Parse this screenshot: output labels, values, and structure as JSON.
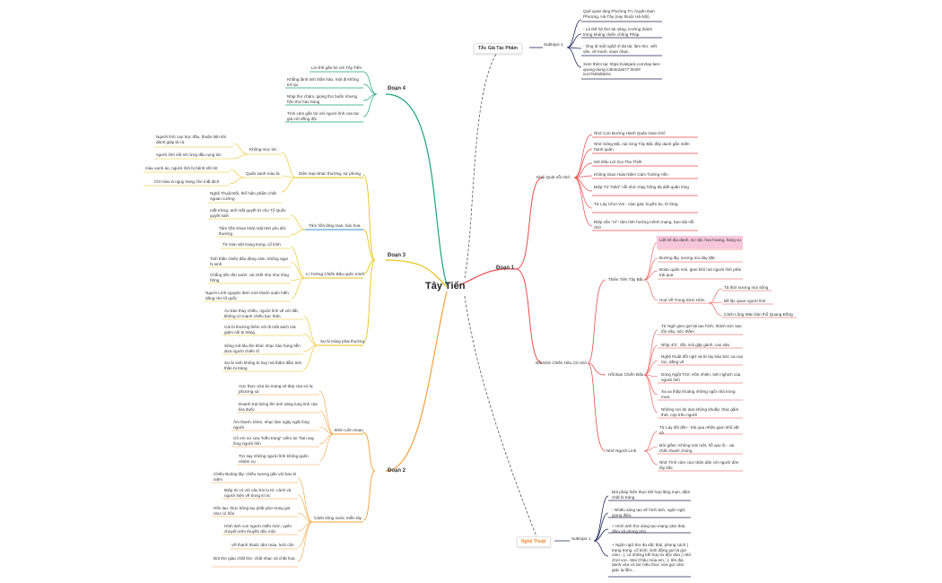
{
  "root": "Tây Tiến",
  "right": {
    "tacgia": {
      "label": "TÁc Giả Tác Phẩm",
      "sub": "Subtopic 1",
      "items": [
        "Quê quán làng Phường Trì, huyện Đan Phượng, Hà Tây (nay thuộc Hà Nội).",
        "- Là thế hệ thơ tài năng, trưởng thành trong kháng chiến chống Pháp.",
        "- Ông là một nghệ sĩ đa tài: làm thơ, viết văn, vẽ tranh, soạn nhạc.",
        "Xem thêm tại: https://vietjack.com/tay-tien-quang-dung-c3b4e2a077.html# ixzz7k00d0E0x"
      ]
    },
    "doan1": {
      "label": "Đoạn 1",
      "khaiquat": {
        "label": "Khái Quát nỗi nhớ",
        "items": [
          "Nhớ Con Đường Hành Quân Gian Khổ",
          "Nhớ Sông Mã, núi rừng Tây Bắc đầy danh gắn miền hành quân",
          "Mở Đầu Lời Gọi Tha Thiết",
          "Không Gian Hoài Niệm Cảm Tưởng Hồn",
          "Điệp Từ \"Nhớ\" nỗi nhớ chạy hồng đa diết quấn lòng",
          "Từ Láy Chơi Vơi : cảm giác huyền ảo, lờ lững",
          "Điệp vần \"ơi\": tâm tình hướng mênh mang, bao dài nỗi nhớ"
        ]
      },
      "noinho": {
        "label": "Nỗi Nhớ Chiến Hữu Cũ nhớ",
        "thiennhien": {
          "label": "Thiên Tiên Tây Bắc",
          "items": [
            "Liệt kê địa danh, sự vật, hoa hoang, hang vu",
            "Đường lầy, sương mù dày đặc",
            "Đoàn quân mỏi, gian khổ mà người lính phải trải qua"
          ],
          "hoave": {
            "label": "Hoá Về Trong Sờm Hôm",
            "items": [
              "Tả thời sương mùi sống",
              "Bề lặc quan người lính",
              "Cảnh Lũng Màn bản thổ Quang Đồng"
            ]
          }
        },
        "hoibanchien": {
          "label": "Hồi Bạn Chiến Đấu",
          "items": [
            "Từ Ngữ gieo gợi tài tao hình, thành sức sao tổn sâu, sức thầm",
            "Nhịp 4/3 : độc mùi gặp gánh, cao sâu",
            "Nghệ thuật đối ngữ và từ láy bảo bức xa cao rúc, dằng vẽ",
            "Dòng Ngột Trời: Hồn nhiên, tinh nghịch của người lính",
            "Xa xa thấp thoáng những ngôi nhà trong mưa",
            "Những nơi đo dan không khuếp: thác gầm thét, cọp trêu người"
          ]
        },
        "nhonguoilinh": {
          "label": "Nhớ Người Lính",
          "items": [
            "Từ Láy đôi đôn : trải qua nhiều gian khổ vất vả",
            "Đời giầm: Không mỏi mệt, hỗ que ổi - vai chất nhanh chóng",
            "Nhớ Tình cảm của nhân dân với người đón tây bắc"
          ]
        }
      }
    },
    "nghethuat": {
      "label": "Nghệ Thuật",
      "sub": "Subtopic 1",
      "items": [
        "Bút pháp hiện thực kết hợp lãng mạn, đậm chất bi tráng",
        "- Nhiều sáng tạo về hình ảnh, ngôn ngữ, giọng điệu.",
        "+ Hình ảnh thơ sáng tạo mang cảm thái, đậm xã phong phú.",
        "+ Ngôn ngữ thơ đa sắc thái, phong cách ( trang trọng, cổ kính, sinh động gợi tả gợi cảm...), có những kết hợp từ độc đáo ( nhớ chơi vơi...Mai Châu mùa em...), tên địa danh vừa có tác hiệu thực vừa gợi cảm giác lạ lẫm..."
      ]
    }
  },
  "left": {
    "doan4": {
      "label": "Đoạn 4",
      "items": [
        "Lời thề gắn bó với Tây Tiến",
        "Khẳng định tinh thần hảo, một đi không trở lại",
        "Nhịp thơ chậm, giọng thơ buồn nhưng hồn thơ hào hùng",
        "Tình cảm gắn bó với người lính của tác giả với đồng đội"
      ]
    },
    "doan3": {
      "label": "Đoạn 3",
      "dienmao": {
        "label": "Diện mạo khác thường, sự phong",
        "khongmoctoc": {
          "label": "Không mọc tóc",
          "items": [
            "Người lính cạo trọc đầu, thuận tiện khi đánh giáp lá cà",
            "người lính sốt rét rừng đầu rụng tóc"
          ]
        },
        "quanxanh": {
          "label": "Quân xanh màu lá",
          "items": [
            "màu xanh áo, người lính bị bệnh sốt rét",
            "Chỉ màu lá nguỵ trang che mắt địch"
          ]
        },
        "nghethuatdoi": "Nghệ Thuật Đối, thể hiện phẩm chất ngoan cường"
      },
      "tamhon": {
        "label": "Tâm hồn lãng mạn, hào hoa",
        "items": [
          "mắt trừng: anh mắt quyết tử cho Tổ Quốc quyết sinh",
          "Tâm hồn Khao khát mặt tình yêu đời thường"
        ]
      },
      "lytuong": {
        "label": "Lí Tưởng Chiến Đấu quên mình",
        "items": [
          "Từ Hán việt trang trọng, cổ kính",
          "Tinh thần chiến đấu dũng cảm, không ngại hi sinh",
          "Chẳng tiếc đời xanh: cái chết nhẹ như lông hồng",
          "Người Lính nguyện đem mời thanh xuân hiến dâng cho tổ quốc"
        ]
      },
      "bitrang": {
        "label": "Sự bi tráng phai thường",
        "items": [
          "Áo bào thay chiếu, người lính về với đất, không có manh chiếu bọc thân",
          "Cái bi thường thêm với đi mất sách mà giảm nổi bi tráng",
          "Sông mã tấu lên khúc nhạc hào hùng tiễn đưa người chiến sĩ",
          "Sự bi sinh không bi hay mà thấm đẫm tinh thần bi tráng"
        ]
      }
    },
    "doan2": {
      "label": "Đoạn 2",
      "demlienhoan": {
        "label": "Đêm Liên Hoan",
        "items": [
          "Vực thực vừa ảo mang vẻ đẹp của xứ lạ phương xa",
          "Doanh trại bừng lên ánh sáng lung linh của lửa đuốc",
          "Âm thanh: khèn, nhạc làm ngây ngất lòng người",
          "Cô em xứ xưa \"kiều trang\" xiêm áo \"làm say lòng người lính",
          "Trợ say những người lính không quên nhiệm vụ"
        ]
      },
      "canhsongnuoc": {
        "label": "Cảnh sông nước miền tây",
        "items": [
          "Chiều Buông lấy: chiều sương gần với bao kì niệm",
          "Điệp từ có với câu hỏi tu từ: cảnh và người hiện về trong kí ức",
          "Hồn lau: thực bông lau phất phơ trong gió như có hồn",
          "Hình ảnh con người miền mức, uyển chuyển trên thuyền độc mộc",
          "Về thanh thoát, tâm màu, lưới cẩn",
          "Bút thơ giàu chất thơ, chất nhạc và chất hoạ"
        ]
      }
    }
  }
}
